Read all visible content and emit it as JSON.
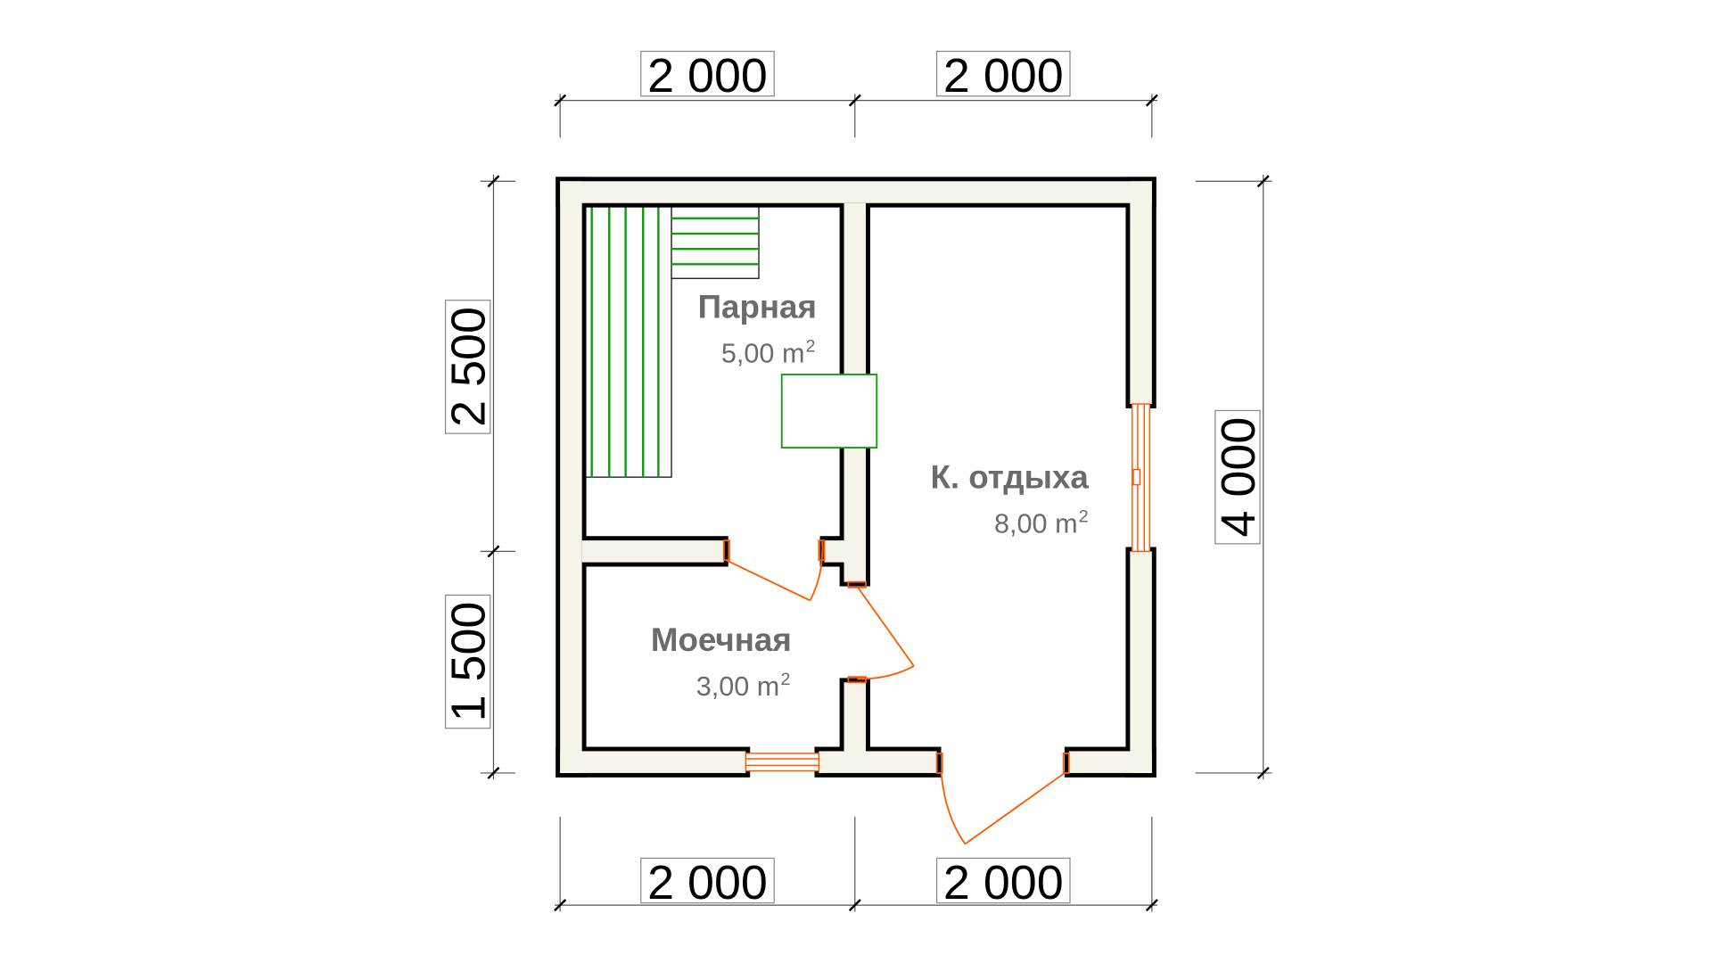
{
  "plan": {
    "rooms": [
      {
        "name": "Парная",
        "area": "5,00 m",
        "unit_sup": "2"
      },
      {
        "name": "Моечная",
        "area": "3,00 m",
        "unit_sup": "2"
      },
      {
        "name": "К. отдыха",
        "area": "8,00 m",
        "unit_sup": "2"
      }
    ],
    "dimensions": {
      "top": [
        "2 000",
        "2 000"
      ],
      "bottom": [
        "2 000",
        "2 000"
      ],
      "left": [
        "2 500",
        "1 500"
      ],
      "right": [
        "4 000"
      ]
    },
    "colors": {
      "wall_fill": "#f5f3ea",
      "wall_outline": "#000000",
      "door_window": "#ff5a00",
      "bench": "#109b10",
      "room_label": "#6b6b6b"
    }
  }
}
